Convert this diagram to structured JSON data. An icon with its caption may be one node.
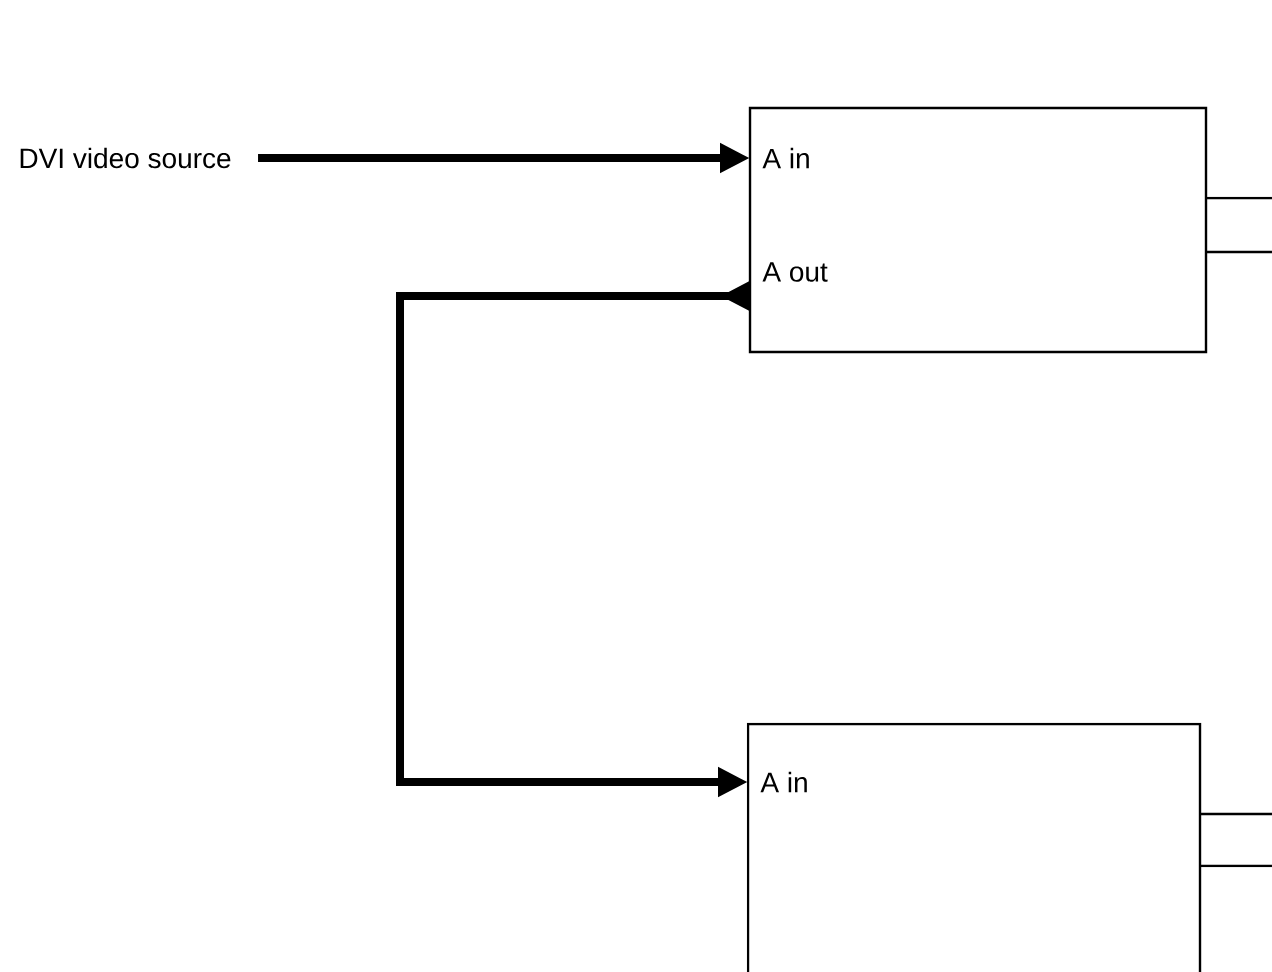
{
  "diagram": {
    "nodes": [
      {
        "text": [
          "DVI video source"
        ]
      },
      {
        "text": [
          "A in",
          "A out"
        ]
      },
      {
        "text": [
          "A in"
        ]
      }
    ],
    "edges": [
      {
        "from": 0,
        "to": 1,
        "arrow": "to",
        "style": "thick"
      },
      {
        "from": 1,
        "to": 2,
        "arrow": "to",
        "style": "thick"
      },
      {
        "from": 1,
        "to": null,
        "arrow": "none"
      },
      {
        "from": 1,
        "to": null,
        "arrow": "none"
      },
      {
        "from": 2,
        "to": null,
        "arrow": "none"
      },
      {
        "from": 2,
        "to": null,
        "arrow": "none"
      }
    ]
  }
}
